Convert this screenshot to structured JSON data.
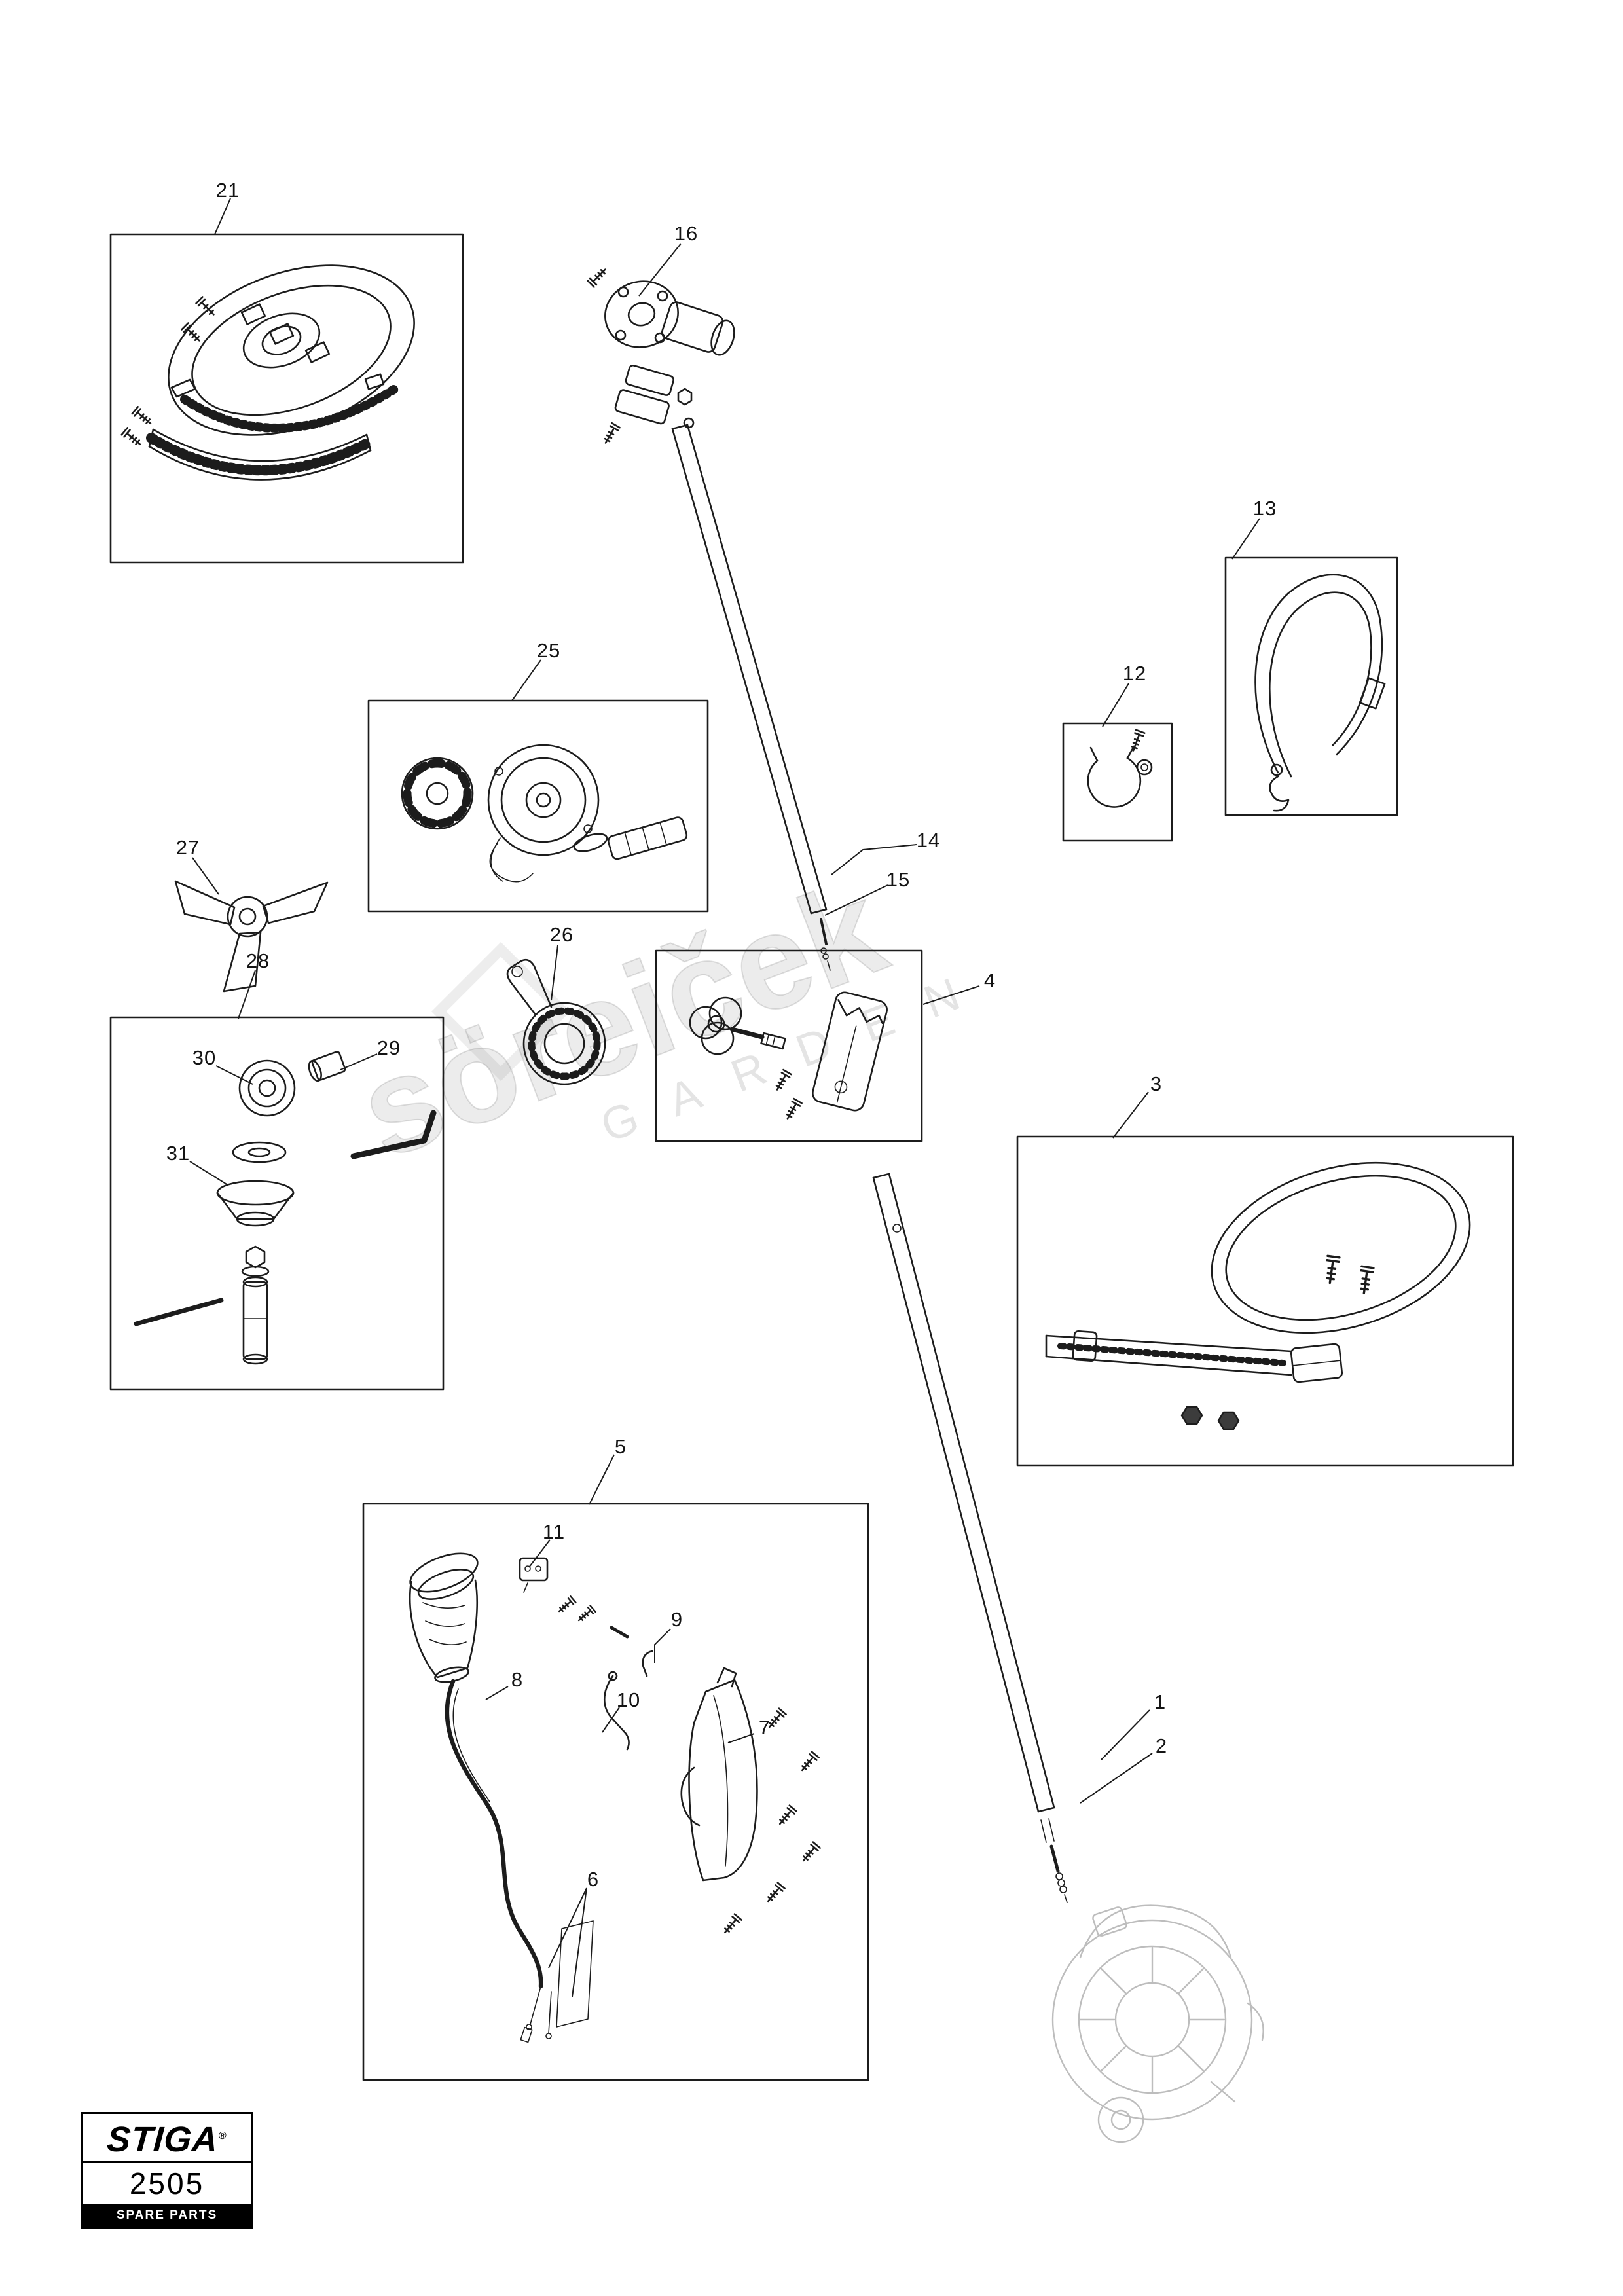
{
  "figure": {
    "kind": "exploded-spare-parts-diagram"
  },
  "callouts": {
    "c1": "1",
    "c2": "2",
    "c3": "3",
    "c4": "4",
    "c5": "5",
    "c6": "6",
    "c7": "7",
    "c8": "8",
    "c9": "9",
    "c10": "10",
    "c11": "11",
    "c12": "12",
    "c13": "13",
    "c14": "14",
    "c15": "15",
    "c16": "16",
    "c21": "21",
    "c25": "25",
    "c26": "26",
    "c27": "27",
    "c28": "28",
    "c29": "29",
    "c30": "30",
    "c31": "31"
  },
  "logo": {
    "brand": "STIGA",
    "registered": "®",
    "model": "2505",
    "caption": "SPARE PARTS"
  },
  "watermark": {
    "line1": "söreiček",
    "line2": "GARDEN"
  },
  "colors": {
    "ink": "#1c1c1c",
    "faint": "#bdbdbd",
    "background": "#ffffff"
  }
}
